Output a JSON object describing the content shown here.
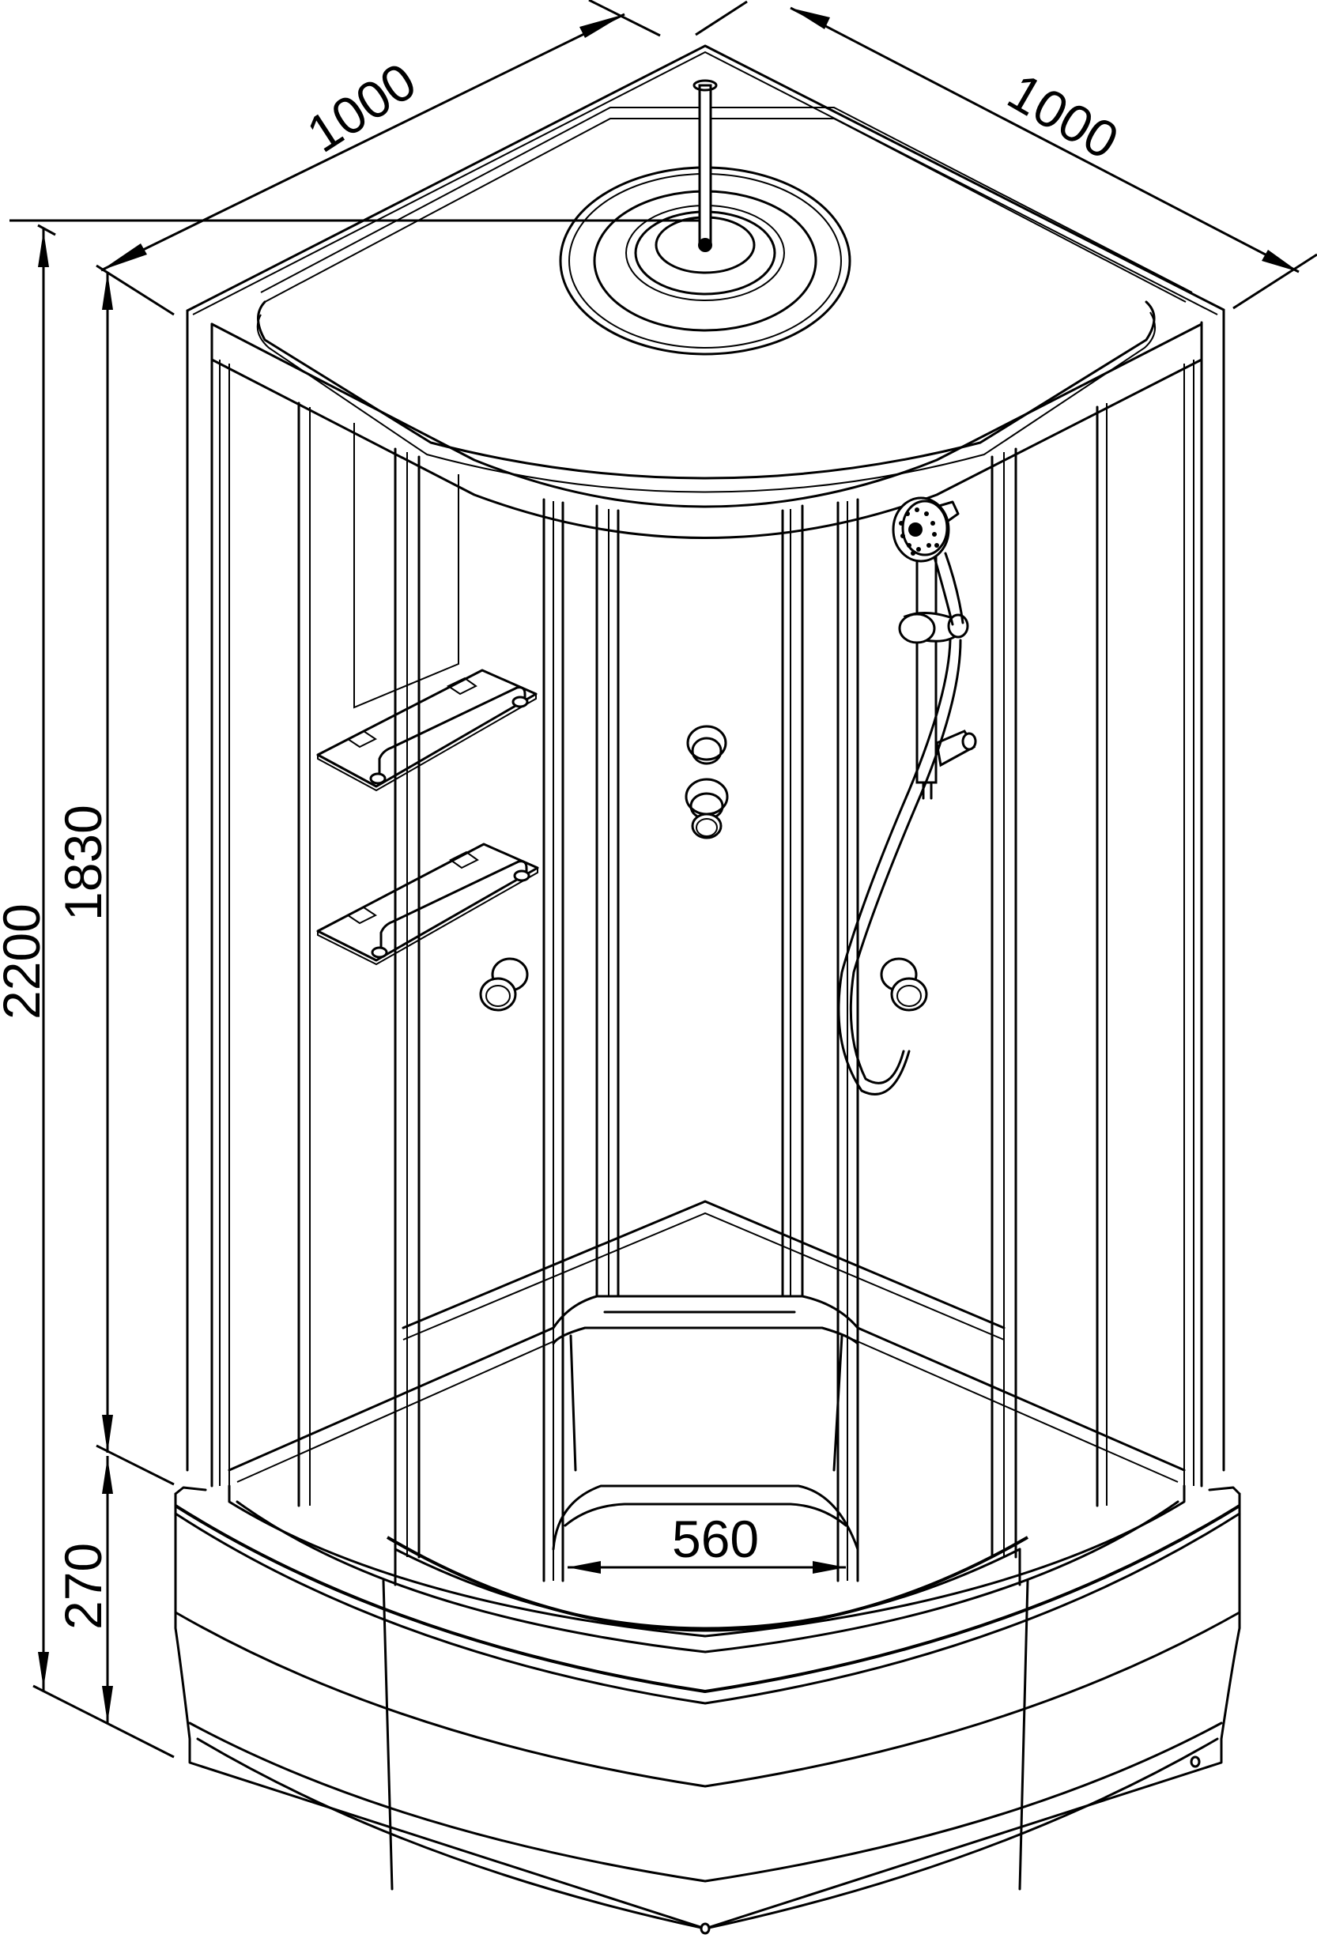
{
  "drawing": {
    "subject": "Quarter-round shower cabin, isometric technical drawing",
    "colors": {
      "line": "#000000",
      "background": "#ffffff"
    }
  },
  "dimensions": {
    "top_left_width": {
      "value": "1000",
      "unit": "mm"
    },
    "top_right_width": {
      "value": "1000",
      "unit": "mm"
    },
    "total_height": {
      "value": "2200",
      "unit": "mm"
    },
    "enclosure_height": {
      "value": "1830",
      "unit": "mm"
    },
    "tray_height": {
      "value": "270",
      "unit": "mm"
    },
    "door_opening_width": {
      "value": "560",
      "unit": "mm"
    }
  },
  "components": {
    "ceiling": "Roof with rain shower head and ceiling rod",
    "shelves": "Two glass corner shelves with rails",
    "jets": "Massage jets (back wall and sides)",
    "hand_shower": "Hand shower with slide rail and hose",
    "doors": "Sliding curved glass doors",
    "tray": "Deep tray with curved front apron"
  }
}
